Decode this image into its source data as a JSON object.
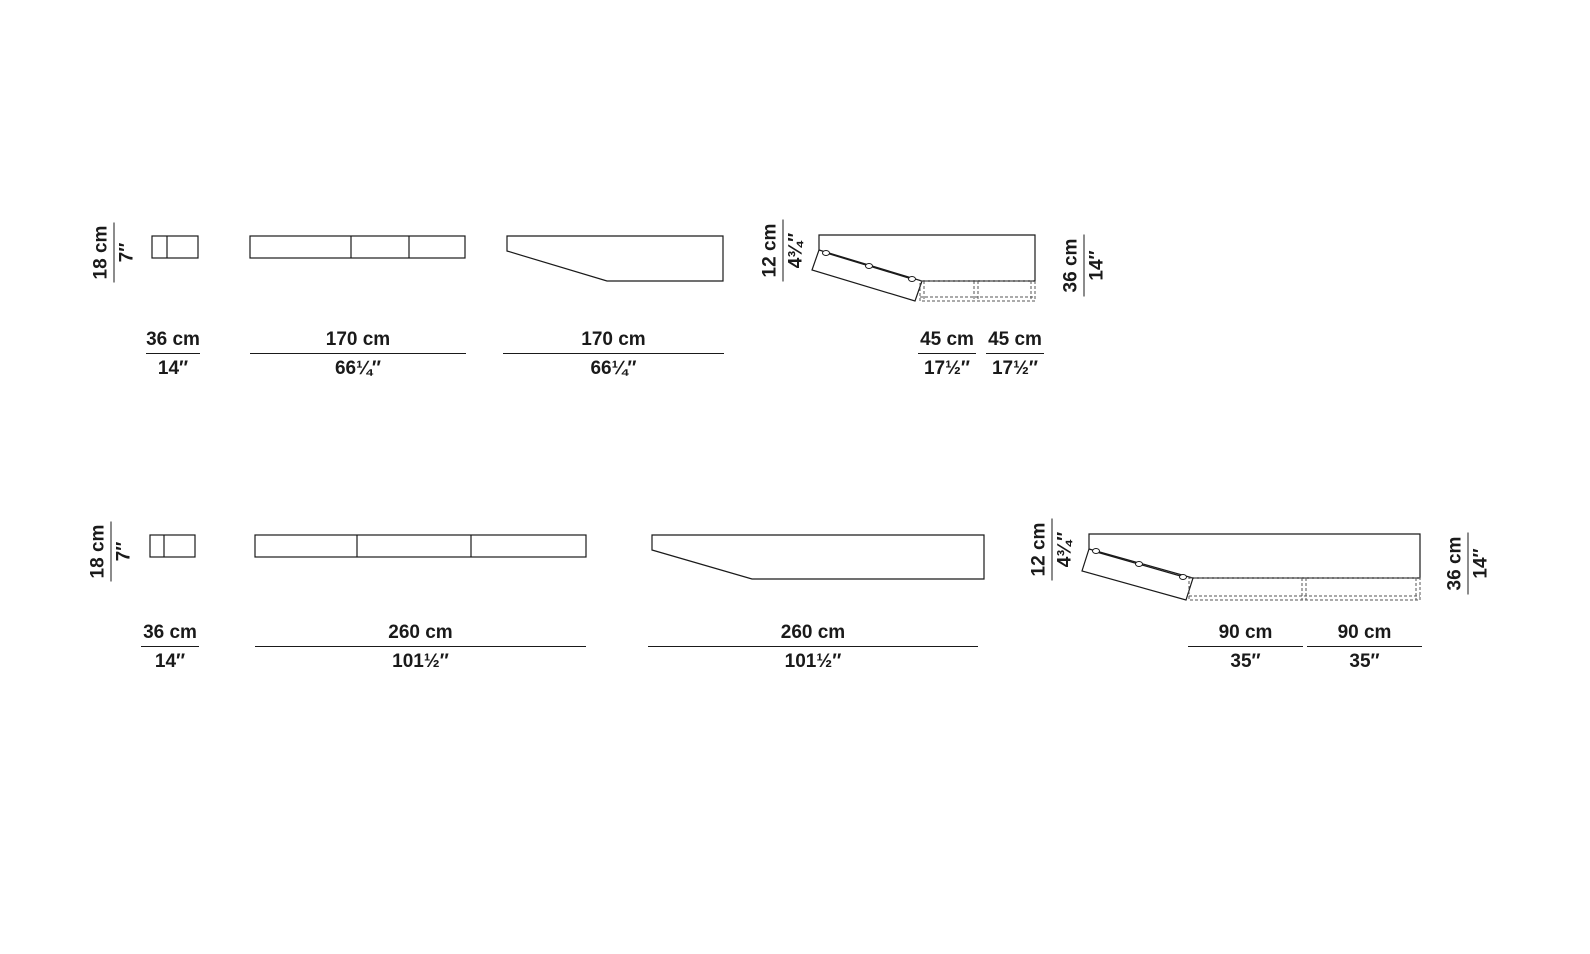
{
  "colors": {
    "line": "#1a1a1a",
    "dashed": "#555555",
    "background": "#ffffff"
  },
  "rows": [
    {
      "name": "row-170",
      "height": {
        "metric": "18 cm",
        "imperial": "7″"
      },
      "depth": {
        "metric": "36 cm",
        "imperial": "14″"
      },
      "front_width": {
        "metric": "170 cm",
        "imperial": "66¼″"
      },
      "top_width": {
        "metric": "170 cm",
        "imperial": "66¼″"
      },
      "open": {
        "lid_height": {
          "metric": "12 cm",
          "imperial": "4¾″"
        },
        "total_height": {
          "metric": "36 cm",
          "imperial": "14″"
        },
        "base_left": {
          "metric": "45 cm",
          "imperial": "17½″"
        },
        "base_right": {
          "metric": "45 cm",
          "imperial": "17½″"
        }
      }
    },
    {
      "name": "row-260",
      "height": {
        "metric": "18 cm",
        "imperial": "7″"
      },
      "depth": {
        "metric": "36 cm",
        "imperial": "14″"
      },
      "front_width": {
        "metric": "260 cm",
        "imperial": "101½″"
      },
      "top_width": {
        "metric": "260 cm",
        "imperial": "101½″"
      },
      "open": {
        "lid_height": {
          "metric": "12 cm",
          "imperial": "4¾″"
        },
        "total_height": {
          "metric": "36 cm",
          "imperial": "14″"
        },
        "base_left": {
          "metric": "90 cm",
          "imperial": "35″"
        },
        "base_right": {
          "metric": "90 cm",
          "imperial": "35″"
        }
      }
    }
  ]
}
